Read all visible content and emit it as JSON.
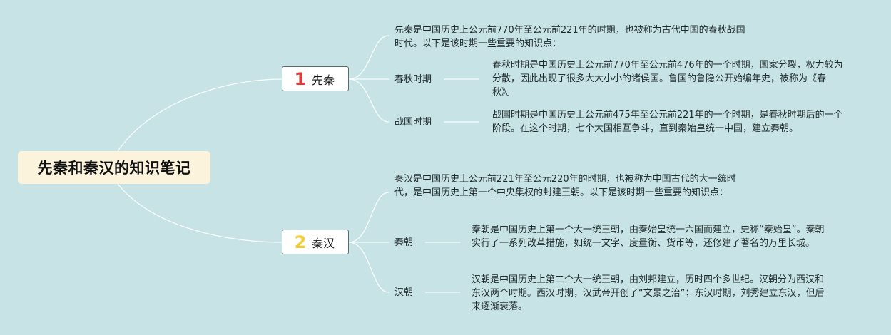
{
  "root": {
    "title": "先秦和秦汉的知识笔记"
  },
  "branches": [
    {
      "number": "1",
      "label": "先秦",
      "summary": "先秦是中国历史上公元前770年至公元前221年的时期，也被称为古代中国的春秋战国时代。以下是该时期一些重要的知识点：",
      "topics": [
        {
          "label": "春秋时期",
          "detail": "春秋时期是中国历史上公元前770年至公元前476年的一个时期，国家分裂，权力较为分散，因此出现了很多大大小小的诸侯国。鲁国的鲁隐公开始编年史，被称为《春秋》。"
        },
        {
          "label": "战国时期",
          "detail": "战国时期是中国历史上公元前475年至公元前221年的一个时期，是春秋时期后的一个阶段。在这个时期，七个大国相互争斗，直到秦始皇统一中国，建立秦朝。"
        }
      ]
    },
    {
      "number": "2",
      "label": "秦汉",
      "summary": "秦汉是中国历史上公元前221年至公元220年的时期，也被称为中国古代的大一统时代，是中国历史上第一个中央集权的封建王朝。以下是该时期一些重要的知识点：",
      "topics": [
        {
          "label": "秦朝",
          "detail": "秦朝是中国历史上第一个大一统王朝，由秦始皇统一六国而建立，史称“秦始皇”。秦朝实行了一系列改革措施，如统一文字、度量衡、货币等，还修建了著名的万里长城。"
        },
        {
          "label": "汉朝",
          "detail": "汉朝是中国历史上第二个大一统王朝，由刘邦建立，历时四个多世纪。汉朝分为西汉和东汉两个时期。西汉时期，汉武帝开创了“文景之治”；东汉时期，刘秀建立东汉，但后来逐渐衰落。"
        }
      ]
    }
  ]
}
